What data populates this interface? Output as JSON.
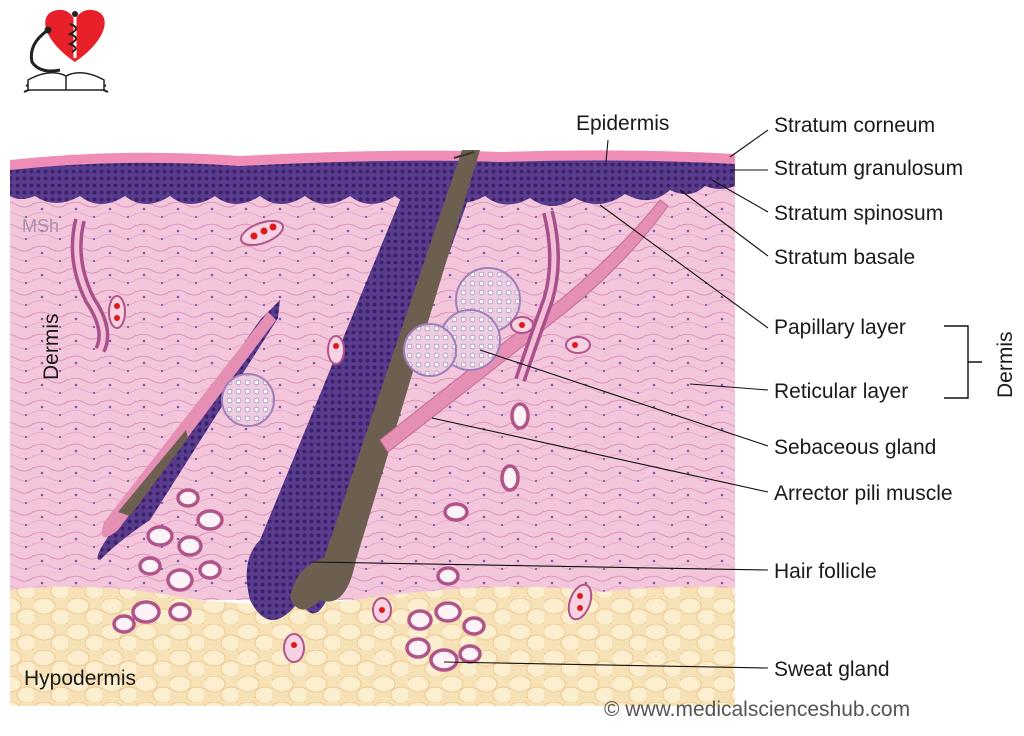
{
  "watermark": "MSh",
  "side_labels": {
    "dermis": "Dermis",
    "hypodermis": "Hypodermis"
  },
  "labels": {
    "epidermis": "Epidermis",
    "stratum_corneum": "Stratum corneum",
    "stratum_granulosum": "Stratum granulosum",
    "stratum_spinosum": "Stratum spinosum",
    "stratum_basale": "Stratum basale",
    "papillary_layer": "Papillary layer",
    "reticular_layer": "Reticular layer",
    "dermis_group": "Dermis",
    "sebaceous_gland": "Sebaceous gland",
    "arrector_pili_muscle": "Arrector pili muscle",
    "hair_follicle": "Hair follicle",
    "sweat_gland": "Sweat gland"
  },
  "copyright": "© www.medicalscienceshub.com",
  "colors": {
    "dermis": "#f3c6dc",
    "epidermis": "#4a2e80",
    "hypodermis": "#f8e7b8",
    "hair_shaft": "#6d5f4f",
    "muscle": "#e58fb4",
    "logo_heart": "#e8202a"
  },
  "icons": [
    "medical-book-heart-logo"
  ]
}
